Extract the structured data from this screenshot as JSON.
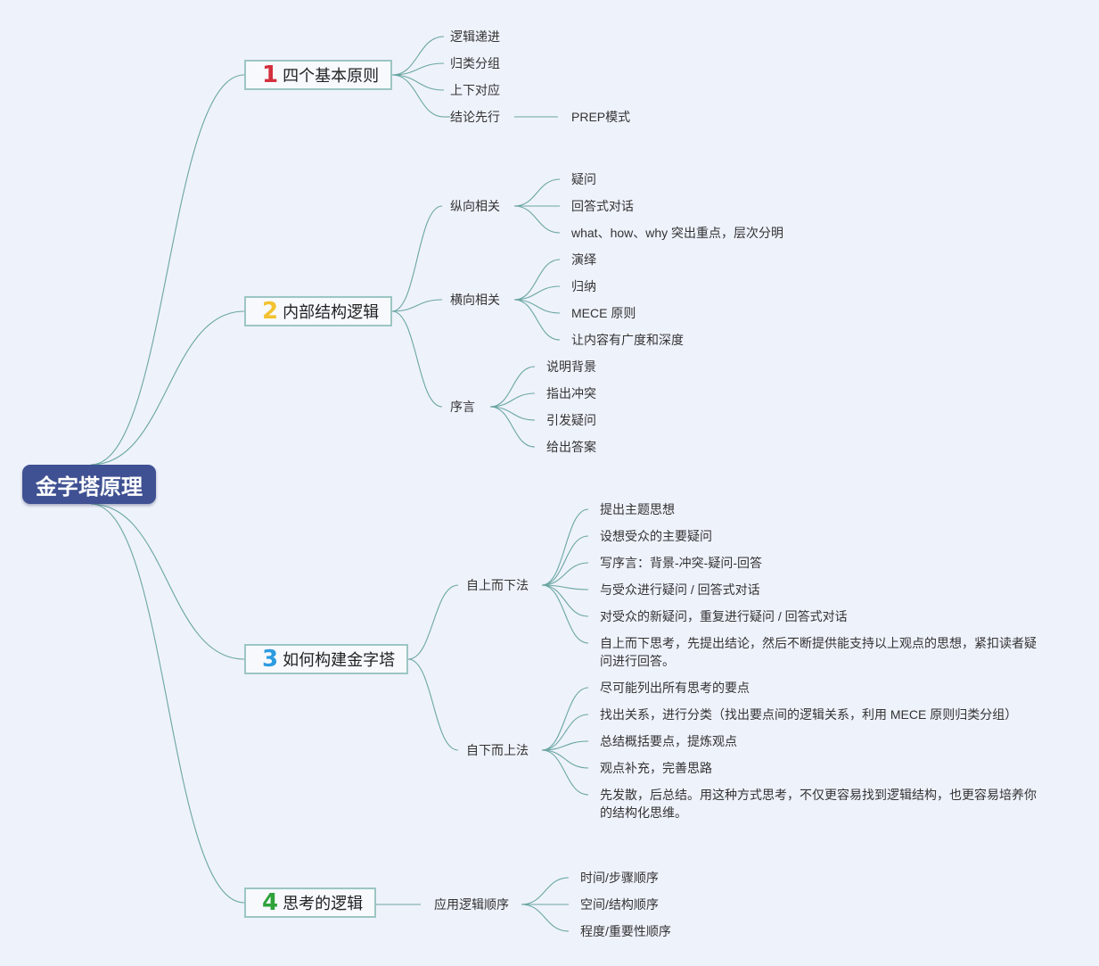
{
  "root": {
    "label": "金字塔原理",
    "color": "#3f5192"
  },
  "line_color": "#6aa6a2",
  "branches": [
    {
      "num": "1",
      "num_color": "#d42e3c",
      "label": "四个基本原则",
      "items": [
        {
          "label": "逻辑递进"
        },
        {
          "label": "归类分组"
        },
        {
          "label": "上下对应"
        },
        {
          "label": "结论先行",
          "children": [
            "PREP模式"
          ]
        }
      ]
    },
    {
      "num": "2",
      "num_color": "#f2c230",
      "label": "内部结构逻辑",
      "items": [
        {
          "label": "纵向相关",
          "children": [
            "疑问",
            "回答式对话",
            "what、how、why 突出重点，层次分明"
          ]
        },
        {
          "label": "横向相关",
          "children": [
            "演绎",
            "归纳",
            "MECE 原则",
            "让内容有广度和深度"
          ]
        },
        {
          "label": "序言",
          "children": [
            "说明背景",
            "指出冲突",
            "引发疑问",
            "给出答案"
          ]
        }
      ]
    },
    {
      "num": "3",
      "num_color": "#2d9be0",
      "label": "如何构建金字塔",
      "items": [
        {
          "label": "自上而下法",
          "children": [
            "提出主题思想",
            "设想受众的主要疑问",
            "写序言：背景-冲突-疑问-回答",
            "与受众进行疑问 / 回答式对话",
            "对受众的新疑问，重复进行疑问 / 回答式对话",
            "自上而下思考，先提出结论，然后不断提供能支持以上观点的思想，紧扣读者疑问进行回答。"
          ]
        },
        {
          "label": "自下而上法",
          "children": [
            "尽可能列出所有思考的要点",
            "找出关系，进行分类（找出要点间的逻辑关系，利用 MECE 原则归类分组）",
            "总结概括要点，提炼观点",
            "观点补充，完善思路",
            "先发散，后总结。用这种方式思考，不仅更容易找到逻辑结构，也更容易培养你的结构化思维。"
          ]
        }
      ]
    },
    {
      "num": "4",
      "num_color": "#2fa23a",
      "label": "思考的逻辑",
      "items": [
        {
          "label": "应用逻辑顺序",
          "children": [
            "时间/步骤顺序",
            "空间/结构顺序",
            "程度/重要性顺序"
          ]
        }
      ]
    }
  ]
}
